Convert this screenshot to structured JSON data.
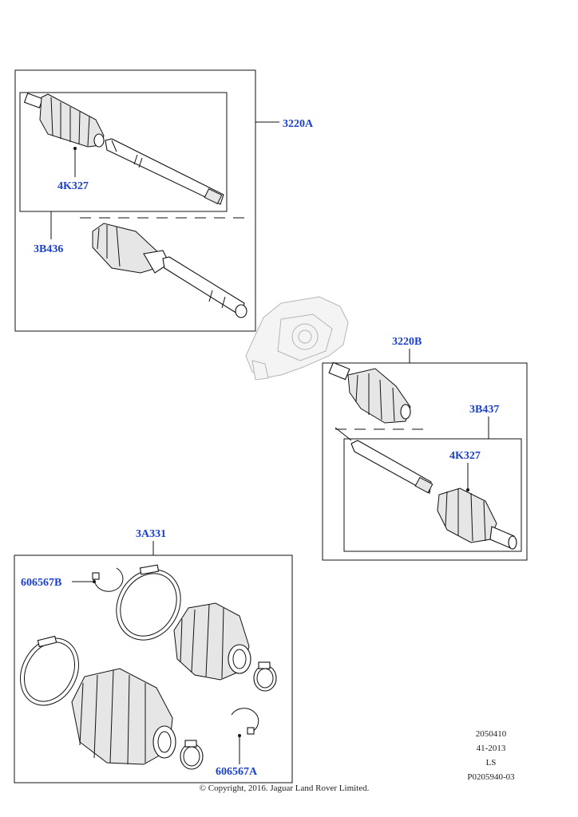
{
  "callouts": {
    "c3220A": "3220A",
    "c4K327_top": "4K327",
    "c3B436": "3B436",
    "c3220B": "3220B",
    "c3B437": "3B437",
    "c4K327_right": "4K327",
    "c3A331": "3A331",
    "c606567B": "606567B",
    "c606567A": "606567A"
  },
  "meta": {
    "line1": "2050410",
    "line2": "41-2013",
    "line3": "LS",
    "line4": "P0205940-03"
  },
  "copyright": "© Copyright, 2016. Jaguar Land Rover Limited.",
  "colors": {
    "callout": "#1a3fd1",
    "line": "#111111"
  }
}
